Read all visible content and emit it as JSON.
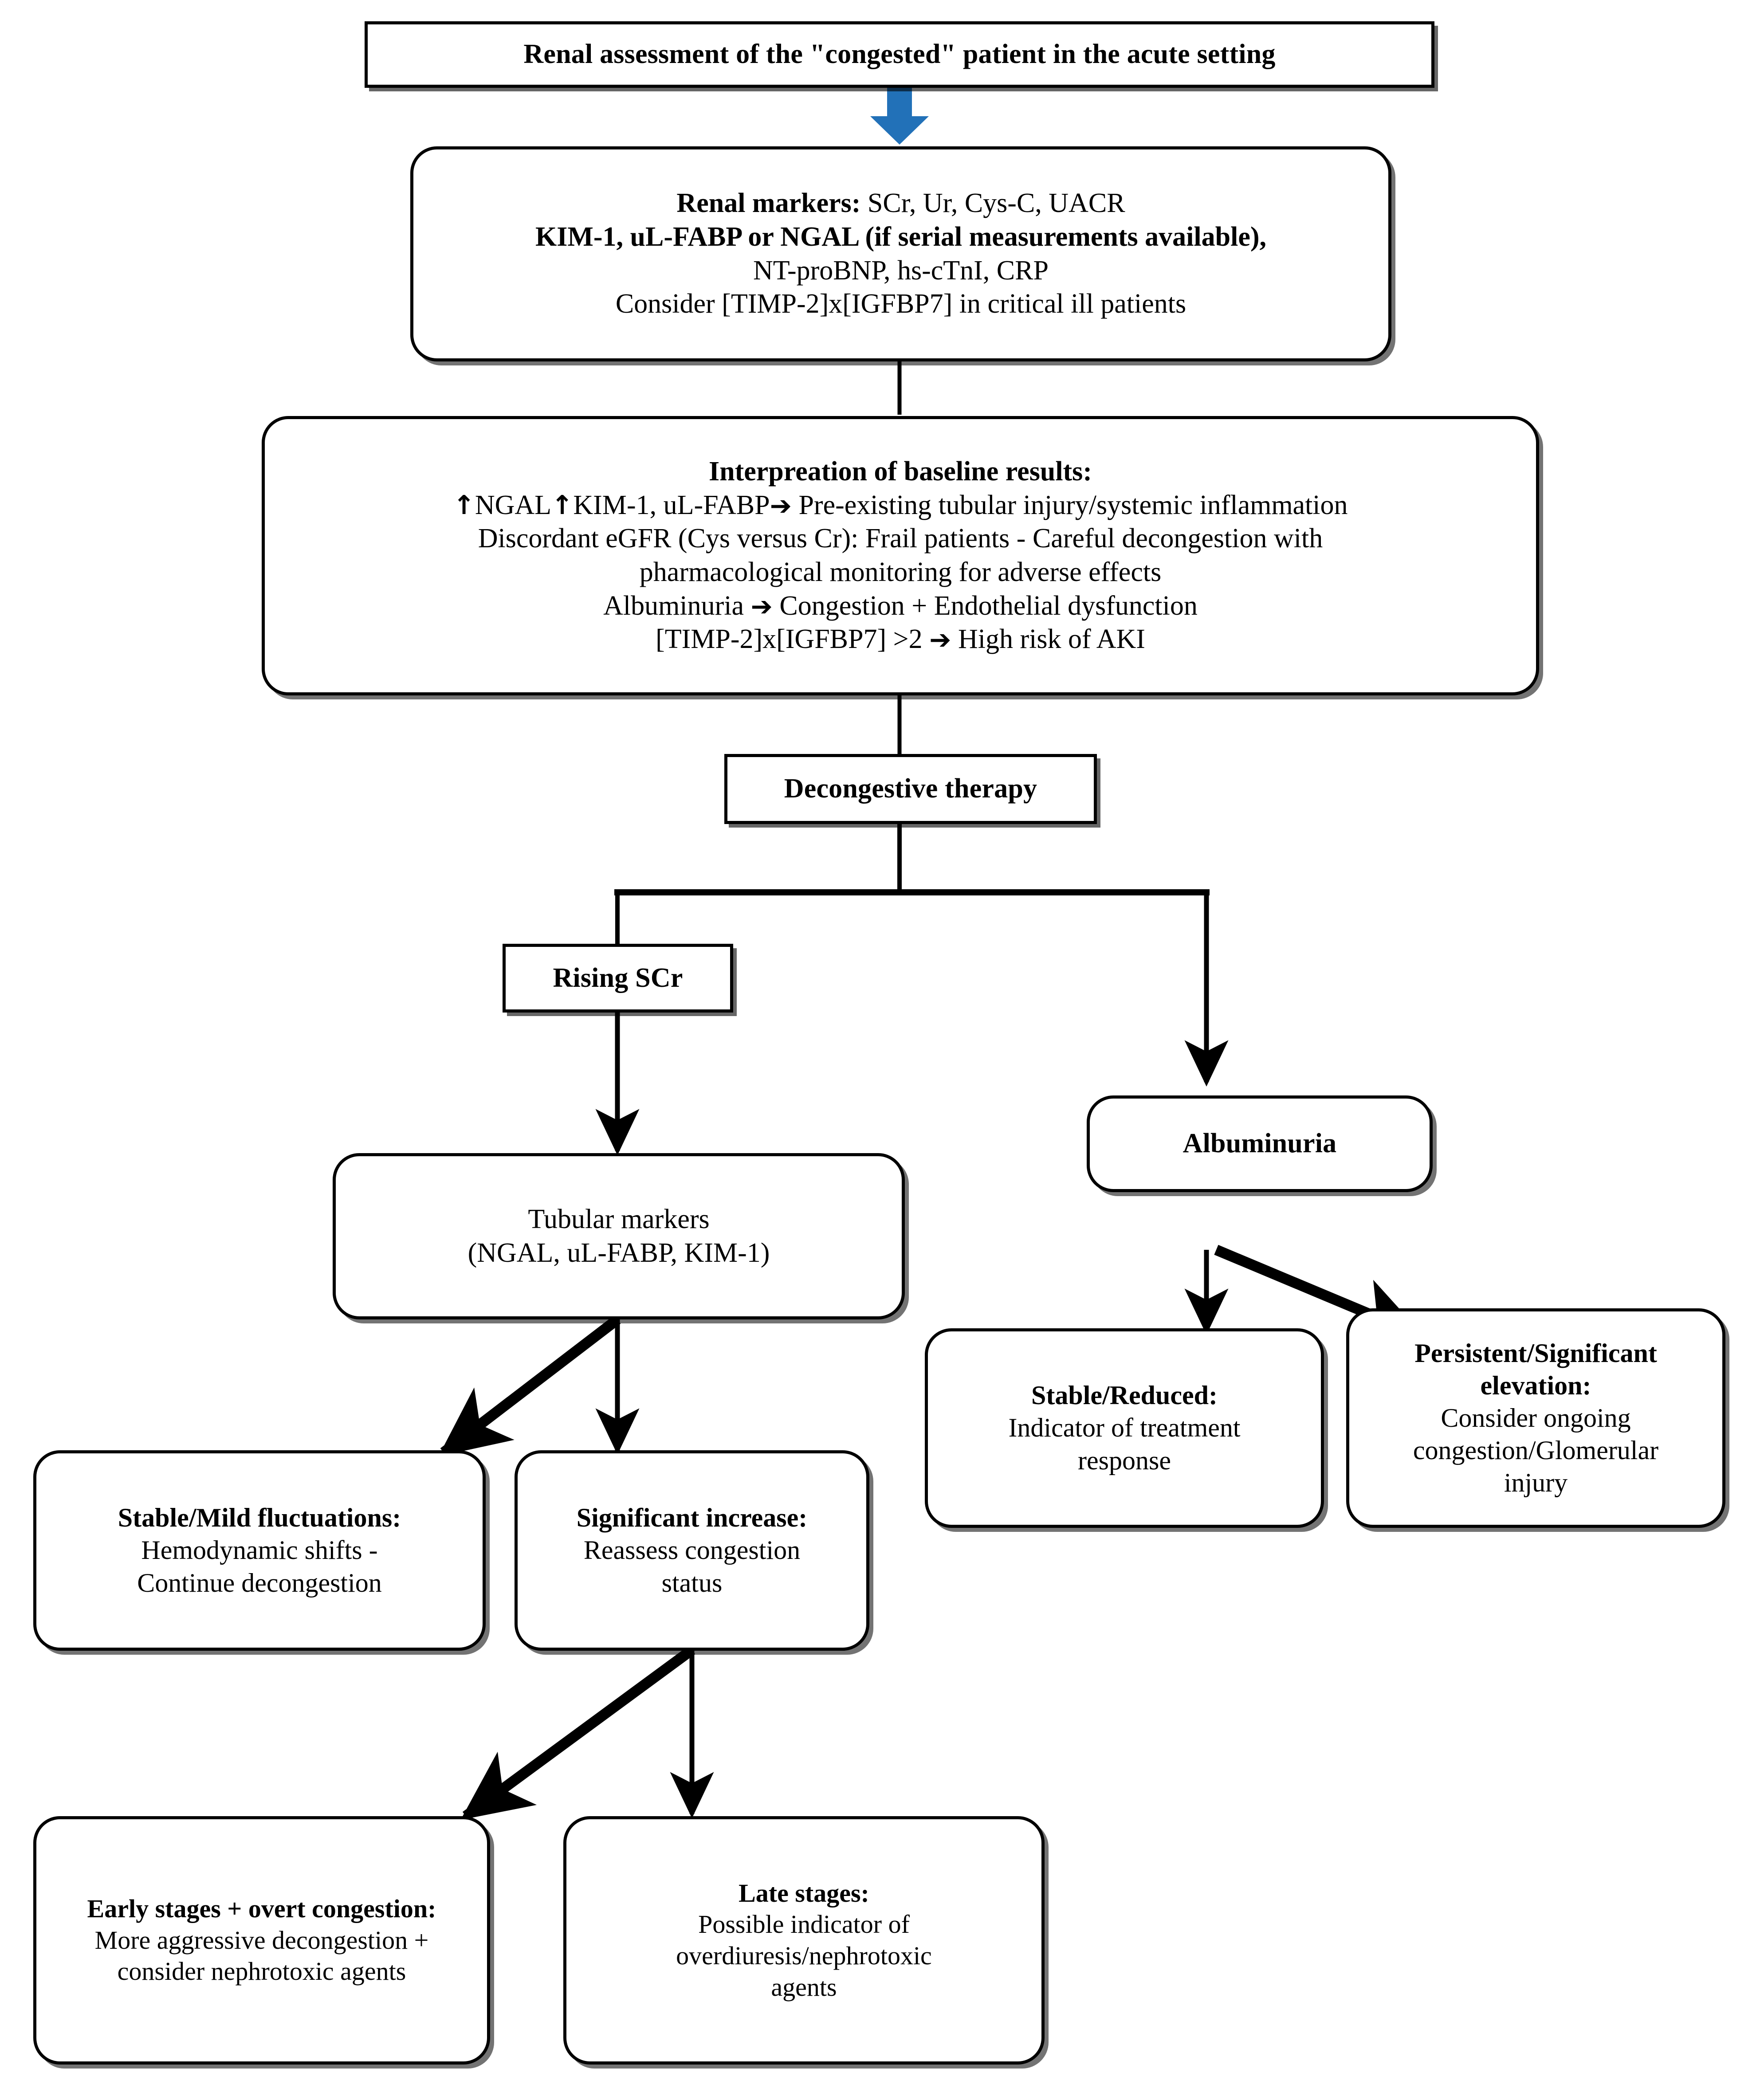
{
  "diagram": {
    "title": "Renal assessment of the \"congested\" patient in the acute setting",
    "accent_color": "#2271b8",
    "line_color": "#000000",
    "background": "#ffffff",
    "type": "flowchart"
  },
  "nodes": {
    "title_box": {
      "label": "Renal assessment of the \"congested\" patient in the acute setting"
    },
    "renal_markers": {
      "line1": "Renal markers:",
      "line1_rest": " SCr, Ur, Cys-C, UACR",
      "line2": "KIM-1, uL-FABP or NGAL (if serial measurements available),",
      "line3": "NT-proBNP, hs-cTnI, CRP",
      "line4": "Consider  [TIMP-2]x[IGFBP7] in critical ill patients"
    },
    "interpretation": {
      "heading": "Interpreation of baseline results:",
      "line1_pre": "NGAL",
      "line1_mid": "KIM-1, uL-FABP",
      "line1_post": " Pre-existing tubular injury/systemic inflammation",
      "line2": "Discordant eGFR (Cys versus Cr): Frail patients - Careful decongestion with",
      "line3": "pharmacological  monitoring for adverse effects",
      "line4_pre": "Albuminuria ",
      "line4_post": " Congestion + Endothelial dysfunction",
      "line5_pre": "[TIMP-2]x[IGFBP7] >2 ",
      "line5_post": " High risk of AKI",
      "up_arrow": "↑",
      "right_arrow": "➔"
    },
    "decongestive_therapy": {
      "label": "Decongestive therapy"
    },
    "rising_scr": {
      "label": "Rising SCr"
    },
    "albuminuria": {
      "label": "Albuminuria"
    },
    "tubular_markers": {
      "line1": "Tubular markers",
      "line2": "(NGAL, uL-FABP, KIM-1)"
    },
    "stable_reduced": {
      "heading": "Stable/Reduced:",
      "line1": "Indicator of treatment",
      "line2": "response"
    },
    "persistent_elevation": {
      "heading1": "Persistent/Significant",
      "heading2": "elevation:",
      "line1": "Consider ongoing",
      "line2": "congestion/Glomerular",
      "line3": "injury"
    },
    "stable_mild": {
      "heading": "Stable/Mild fluctuations:",
      "line1": "Hemodynamic shifts -",
      "line2": "Continue  decongestion"
    },
    "significant_increase": {
      "heading": "Significant increase:",
      "line1": "Reassess congestion",
      "line2": "status"
    },
    "early_stages": {
      "heading": "Early stages + overt congestion:",
      "line1": "More aggressive decongestion +",
      "line2": "consider nephrotoxic agents"
    },
    "late_stages": {
      "heading": "Late stages:",
      "line1": "Possible indicator  of",
      "line2": "overdiuresis/nephrotoxic",
      "line3": "agents"
    }
  },
  "edges": [
    {
      "from": "title_box",
      "to": "renal_markers",
      "style": "blue-arrow"
    },
    {
      "from": "renal_markers",
      "to": "interpretation",
      "style": "plain-line"
    },
    {
      "from": "interpretation",
      "to": "decongestive_therapy",
      "style": "plain-line"
    },
    {
      "from": "decongestive_therapy",
      "to": "rising_scr",
      "style": "elbow-left"
    },
    {
      "from": "decongestive_therapy",
      "to": "albuminuria",
      "style": "elbow-right-arrow"
    },
    {
      "from": "rising_scr",
      "to": "tubular_markers",
      "style": "arrow-down"
    },
    {
      "from": "tubular_markers",
      "to": "stable_mild",
      "style": "arrow-diag-left"
    },
    {
      "from": "tubular_markers",
      "to": "significant_increase",
      "style": "arrow-down"
    },
    {
      "from": "albuminuria",
      "to": "stable_reduced",
      "style": "arrow-down"
    },
    {
      "from": "albuminuria",
      "to": "persistent_elevation",
      "style": "arrow-diag-right"
    },
    {
      "from": "significant_increase",
      "to": "early_stages",
      "style": "arrow-diag-left"
    },
    {
      "from": "significant_increase",
      "to": "late_stages",
      "style": "arrow-down"
    }
  ]
}
